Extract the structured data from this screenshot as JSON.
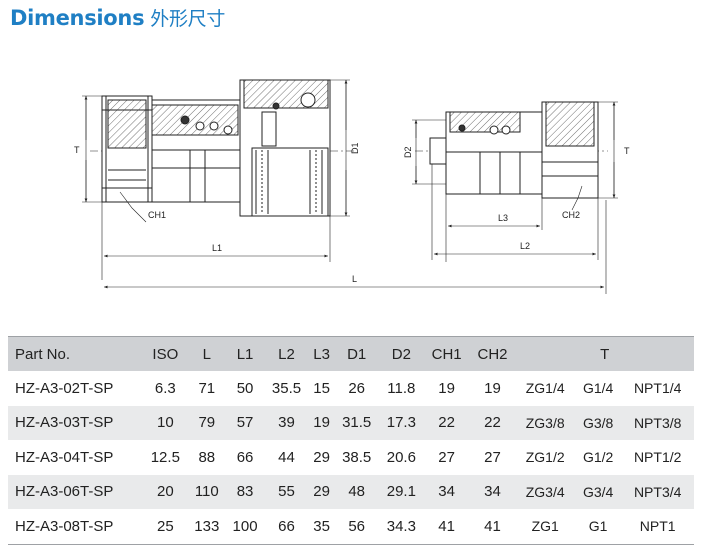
{
  "title": {
    "en": "Dimensions",
    "cn": "外形尺寸"
  },
  "drawing": {
    "labels": {
      "T_left": "T",
      "CH1": "CH1",
      "L1": "L1",
      "L": "L",
      "D1": "D1",
      "D2": "D2",
      "L3": "L3",
      "L2": "L2",
      "CH2": "CH2",
      "T_right": "T"
    }
  },
  "table": {
    "headers": [
      "Part No.",
      "ISO",
      "L",
      "L1",
      "L2",
      "L3",
      "D1",
      "D2",
      "CH1",
      "CH2",
      "T"
    ],
    "rows": [
      [
        "HZ-A3-02T-SP",
        "6.3",
        "71",
        "50",
        "35.5",
        "15",
        "26",
        "11.8",
        "19",
        "19",
        "ZG1/4",
        "G1/4",
        "NPT1/4"
      ],
      [
        "HZ-A3-03T-SP",
        "10",
        "79",
        "57",
        "39",
        "19",
        "31.5",
        "17.3",
        "22",
        "22",
        "ZG3/8",
        "G3/8",
        "NPT3/8"
      ],
      [
        "HZ-A3-04T-SP",
        "12.5",
        "88",
        "66",
        "44",
        "29",
        "38.5",
        "20.6",
        "27",
        "27",
        "ZG1/2",
        "G1/2",
        "NPT1/2"
      ],
      [
        "HZ-A3-06T-SP",
        "20",
        "110",
        "83",
        "55",
        "29",
        "48",
        "29.1",
        "34",
        "34",
        "ZG3/4",
        "G3/4",
        "NPT3/4"
      ],
      [
        "HZ-A3-08T-SP",
        "25",
        "133",
        "100",
        "66",
        "35",
        "56",
        "34.3",
        "41",
        "41",
        "ZG1",
        "G1",
        "NPT1"
      ]
    ]
  }
}
